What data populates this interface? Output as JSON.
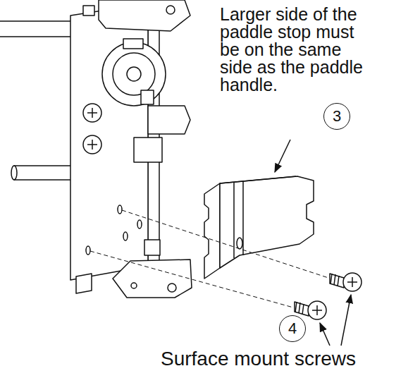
{
  "diagram": {
    "nodes": [
      {
        "text": [
          "3"
        ]
      },
      {
        "text": [
          "4"
        ]
      }
    ],
    "labels": [
      "Larger side of the paddle stop must be on the same side as the paddle handle.",
      "Surface mount screws"
    ]
  }
}
